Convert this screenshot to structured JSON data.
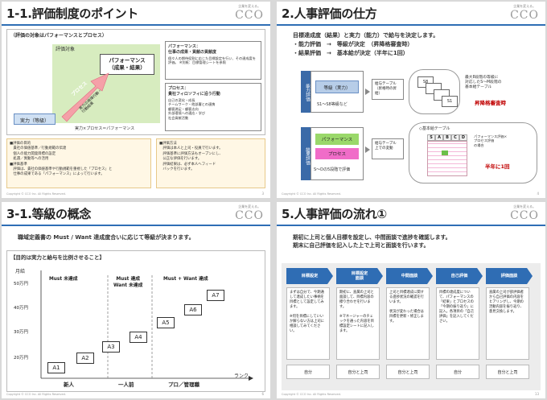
{
  "brand": {
    "tagline": "企業を変える。",
    "name": "CCO"
  },
  "copyright": "Copyright © CCO Inc. All Rights Reserved.",
  "slide1": {
    "title": "1-1.評価制度のポイント",
    "scope_label": "（評価の対象はパフォーマンスとプロセス）",
    "eval_target": "評価対象",
    "performance_box": "パフォーマンス\n（成果・結果）",
    "process_arrow": "プロセス",
    "skill_arrow": "実力の発揮行動・\n行動結果",
    "ability_box": "実力（等級）",
    "formula": "実力×プロセス＝パフォーマンス",
    "perf_note_title": "パフォーマンス：\n仕事の成果・貢献の貢献度",
    "perf_note_body": "個々人の期待役割に応じた目標設定を行い、その達成度を評価。\n※別紙：目標管理シートを参照",
    "proc_note_title": "プロセス：\n貴社フィロソフィに沿う行動",
    "proc_note_body": "自己の変化・成長\nチームワーク・他部署との連携\n顧客満足・顧客志向\n外部環境への適応・学び\n社会貢献活動",
    "bottom_left": "■評価の目的\n　貴社の価値基準／行動規範の伝達\n　個人の能力開発目標の設定\n　処遇／異動等への活用\n■評価基準\n　評価は、貴社の価値基準や行動規範を重視した「プロセス」と\n　仕事の成果である「パフォーマンス」によって行います。",
    "bottom_right": "■評価方法\n　評価は本人と上司・役員で行います。\n　評価基準に評価方法もオープンにし、\n　公正な評価を行います。\n　評価結果は、必ず本人へフィード\n　バックを行います。",
    "page": "3"
  },
  "slide2": {
    "title": "2.人事評価の仕方",
    "intro": "目標達成度（結果）と実力（能力）で給与を決定します。",
    "line1": "・能力評価　→　等級が決定　（昇降格審査時）",
    "line2": "・結果評価　→　基本給が決定（半年に1回）",
    "ability_label": "能力評価",
    "grade_box": "等級（実力）",
    "grade_range": "S1～S8等級など",
    "table_ref1": "給与テーブル\n（昇格時の昇給）",
    "s8": "S8",
    "s1": "S1",
    "right_note1": "最大8段階の等級に\n対応したS～M段階の\n基本給テーブル",
    "right_red1": "昇降格審査時",
    "result_label": "結果評価",
    "perf_bar": "パフォーマンス",
    "proc_bar": "プロセス",
    "eval_range": "S～Dの5段階で評価",
    "table_ref2": "給与テーブル\n上での変動",
    "table_title": "◇基本給テーブル",
    "table_cols": [
      "S",
      "A",
      "B",
      "C",
      "D"
    ],
    "table_note": "パフォーマンス評価×\nプロセス評価\nの場合",
    "right_red2": "半年に1回",
    "page": "4"
  },
  "slide3": {
    "title": "3-1.等級の概念",
    "subtitle": "職域定義書の Must / Want 達成度合いに応じて等級が決まります。",
    "heading": "【目的は実力と給与を比例させること】",
    "y_axis": "月給",
    "x_axis": "ランク",
    "y_ticks": [
      "50万円",
      "40万円",
      "30万円",
      "20万円"
    ],
    "zones": [
      "Must 未達成",
      "Must 達成\nWant 未達成",
      "Must + Want 達成"
    ],
    "grades": [
      "A1",
      "A2",
      "A3",
      "A4",
      "A5",
      "A6",
      "A7"
    ],
    "categories": [
      "新人",
      "一人前",
      "プロ／管理職"
    ],
    "page": "6"
  },
  "slide4": {
    "title": "5.人事評価の流れ①",
    "intro": "期初に上司と個人目標を設定し、中間面談で進捗を確認します。\n期末に自己評価を記入した上で上司と面談を行います。",
    "steps": [
      "目標設定",
      "目標設定\n面談",
      "中間面談",
      "自己評価",
      "評価面談"
    ],
    "descs": [
      "まずは自分で、今期通して達成したい事柄を目標として設定してみます。\n\n※何を目標にしていいか解らない方は上司に相談してみてください。",
      "期初に、直属の上司と面談して、目標内容の擦り合わせを行います。\n\n※マネージャーのチェックを通った内容を目標設定シートに記入します。",
      "上司と目標達成に関する進捗状況の確認を行います。\n\n状況が変わった場合は目標を更新・修正します。",
      "目標の達成度について、パフォーマンスの「結果」とプロセスの「今期の振り返り」に記入。各項目の「自己評価」を記入してください。",
      "直属の上司が部評価者から自己評価の内容をヒアリングし、今期の活動内容を振り返り、意見交換します。"
    ],
    "actors": [
      "自分",
      "自分と上司",
      "自分と上司",
      "自分",
      "自分と上司"
    ],
    "page": "13"
  }
}
